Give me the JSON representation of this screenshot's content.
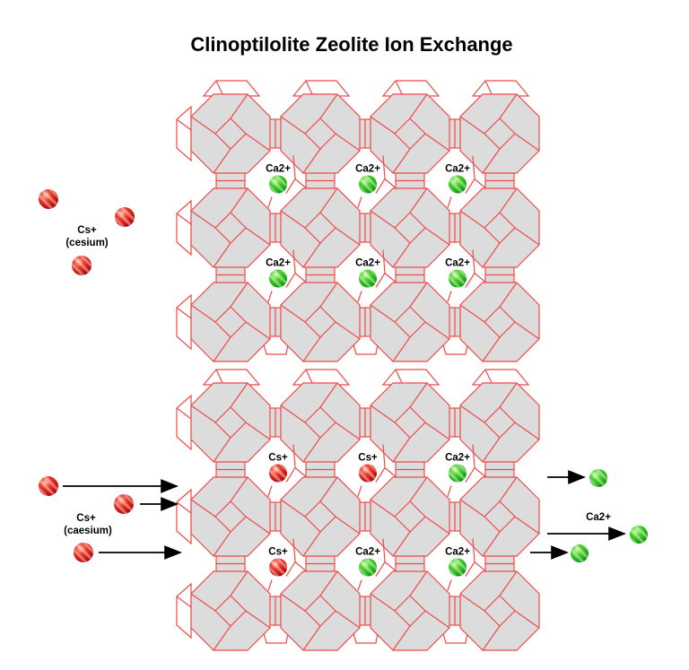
{
  "title": "Clinoptilolite Zeolite Ion Exchange",
  "colors": {
    "framework_line": "#ee4a4a",
    "cage_fill": "#dcdcdc",
    "background": "#ffffff",
    "arrow": "#000000",
    "text": "#000000",
    "ca_ion_green": "#2fbf24",
    "cs_ion_red": "#dd2211"
  },
  "structures": [
    {
      "name": "zeolite-before-exchange",
      "ion_grid": [
        [
          "Ca2+",
          "Ca2+",
          "Ca2+"
        ],
        [
          "Ca2+",
          "Ca2+",
          "Ca2+"
        ]
      ],
      "ion_types": [
        [
          "green",
          "green",
          "green"
        ],
        [
          "green",
          "green",
          "green"
        ]
      ]
    },
    {
      "name": "zeolite-after-exchange",
      "ion_grid": [
        [
          "Cs+",
          "Cs+",
          "Ca2+"
        ],
        [
          "Cs+",
          "Ca2+",
          "Ca2+"
        ]
      ],
      "ion_types": [
        [
          "red",
          "red",
          "green"
        ],
        [
          "red",
          "green",
          "green"
        ]
      ]
    }
  ],
  "free_ions": {
    "top_left": {
      "label": "Cs+",
      "sublabel": "(cesium)",
      "ion_count": 3,
      "type": "red"
    },
    "bottom_left": {
      "label": "Cs+",
      "sublabel": "(caesium)",
      "ion_count": 3,
      "type": "red",
      "arrow_count": 3
    },
    "bottom_right": {
      "label": "Ca2+",
      "ion_count": 3,
      "type": "green",
      "arrow_count": 3
    }
  }
}
